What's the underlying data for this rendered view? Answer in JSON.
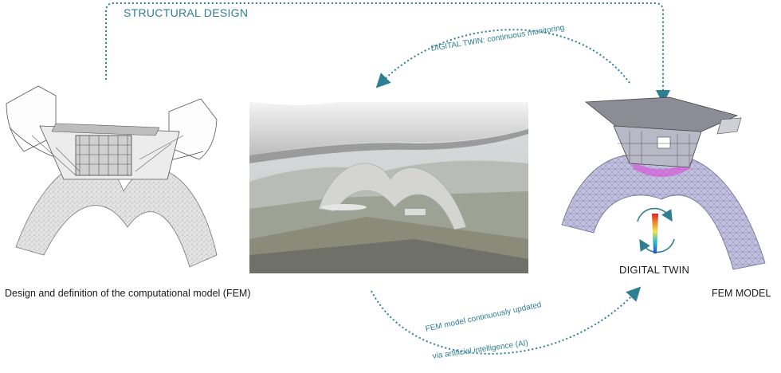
{
  "labels": {
    "structural_design": "STRUCTURAL DESIGN",
    "digital_twin_monitoring": "DIGITAL TWIN: continuous monitoring",
    "fem_updated_line1": "FEM model continuously updated",
    "fem_updated_line2": "via artificial intelligence (AI)",
    "design_caption": "Design and definition of the computational model (FEM)",
    "fem_model_caption": "FEM MODEL",
    "digital_twin_badge": "DIGITAL TWIN"
  },
  "colors": {
    "teal_accent": "#2f7f93",
    "text": "#1a1a1a",
    "mesh_purple": "#b9b7d6",
    "mesh_magenta": "#d65ad8"
  },
  "icons": {
    "cycle": "refresh-cycle-icon",
    "gradient_bar": "stress-gradient-icon"
  }
}
